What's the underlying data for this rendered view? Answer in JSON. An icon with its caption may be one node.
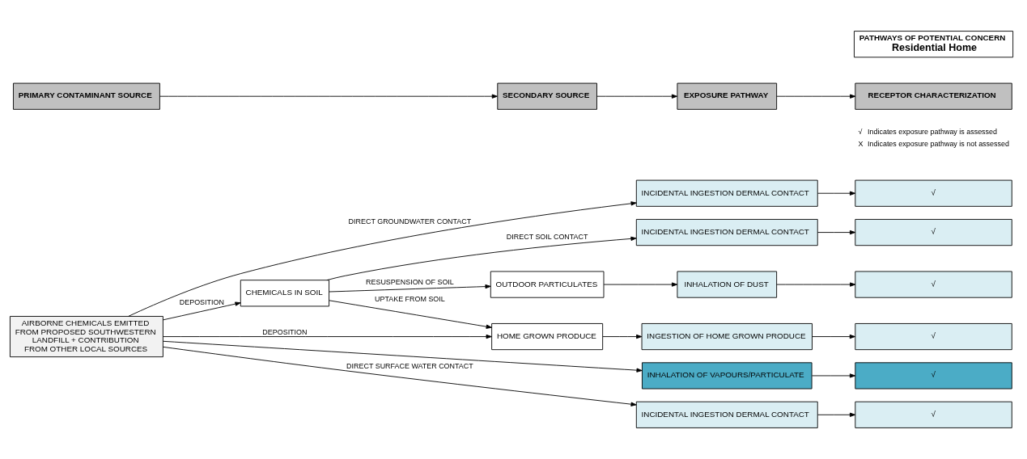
{
  "diagram": {
    "nodes": [
      {
        "text": [
          "PRIMARY CONTAMINANT SOURCE"
        ]
      },
      {
        "text": [
          "SECONDARY SOURCE"
        ]
      },
      {
        "text": [
          "EXPOSURE PATHWAY"
        ]
      },
      {
        "text": [
          "RECEPTOR CHARACTERIZATION"
        ]
      },
      {
        "text": [
          "PATHWAYS OF POTENTIAL CONCERN",
          "Residential Home"
        ]
      },
      {
        "text": [
          "AIRBORNE CHEMICALS EMITTED FROM PROPOSED SOUTHWESTERN LANDFILL + CONTRIBUTION FROM OTHER LOCAL SOURCES"
        ]
      },
      {
        "text": [
          "CHEMICALS IN SOIL"
        ]
      },
      {
        "text": [
          "OUTDOOR PARTICULATES"
        ]
      },
      {
        "text": [
          "HOME GROWN PRODUCE"
        ]
      },
      {
        "text": [
          "INHALATION OF VAPOURS/PARTICULATE"
        ]
      },
      {
        "text": [
          "INCIDENTAL INGESTION DERMAL CONTACT"
        ]
      },
      {
        "text": [
          "INHALATION OF DUST"
        ]
      },
      {
        "text": [
          "INGESTION OF HOME GROWN PRODUCE"
        ]
      },
      {
        "text": [
          "INCIDENTAL INGESTION DERMAL CONTACT"
        ]
      },
      {
        "text": [
          "INCIDENTAL INGESTION DERMAL CONTACT"
        ]
      },
      {
        "text": [
          "√"
        ]
      },
      {
        "text": [
          "√"
        ]
      },
      {
        "text": [
          "√"
        ]
      },
      {
        "text": [
          "√"
        ]
      },
      {
        "text": [
          "√"
        ]
      },
      {
        "text": [
          "√"
        ]
      }
    ],
    "edges": [
      {
        "from": 0,
        "to": 1,
        "arrow": "to"
      },
      {
        "from": 1,
        "to": 2,
        "arrow": "to"
      },
      {
        "from": 2,
        "to": 3,
        "arrow": "to"
      },
      {
        "from": 5,
        "to": 9,
        "arrow": "to"
      },
      {
        "from": 5,
        "to": 6,
        "arrow": "to",
        "label": "DEPOSITION"
      },
      {
        "from": 6,
        "to": 10,
        "arrow": "to",
        "label": "DIRECT SOIL CONTACT"
      },
      {
        "from": 6,
        "to": 7,
        "arrow": "to",
        "label": "RESUSPENSION OF SOIL"
      },
      {
        "from": 6,
        "to": 8,
        "arrow": "to",
        "label": "UPTAKE FROM SOIL"
      },
      {
        "from": 5,
        "to": 8,
        "arrow": "to",
        "label": "DEPOSITION"
      },
      {
        "from": 5,
        "to": 13,
        "arrow": "to",
        "label": "DIRECT SURFACE WATER CONTACT"
      },
      {
        "from": 5,
        "to": 14,
        "arrow": "to",
        "label": "DIRECT GROUNDWATER CONTACT"
      },
      {
        "from": 7,
        "to": 11,
        "arrow": "to"
      },
      {
        "from": 8,
        "to": 12,
        "arrow": "to"
      },
      {
        "from": 9,
        "to": 15,
        "arrow": "to"
      },
      {
        "from": 10,
        "to": 16,
        "arrow": "to"
      },
      {
        "from": 11,
        "to": 17,
        "arrow": "to"
      },
      {
        "from": 12,
        "to": 18,
        "arrow": "to"
      },
      {
        "from": 13,
        "to": 19,
        "arrow": "to"
      },
      {
        "from": 14,
        "to": 20,
        "arrow": "to"
      }
    ],
    "labels": [
      "√",
      "Indicates exposure pathway is assessed",
      "X",
      "Indicates exposure pathway is not assessed"
    ]
  }
}
